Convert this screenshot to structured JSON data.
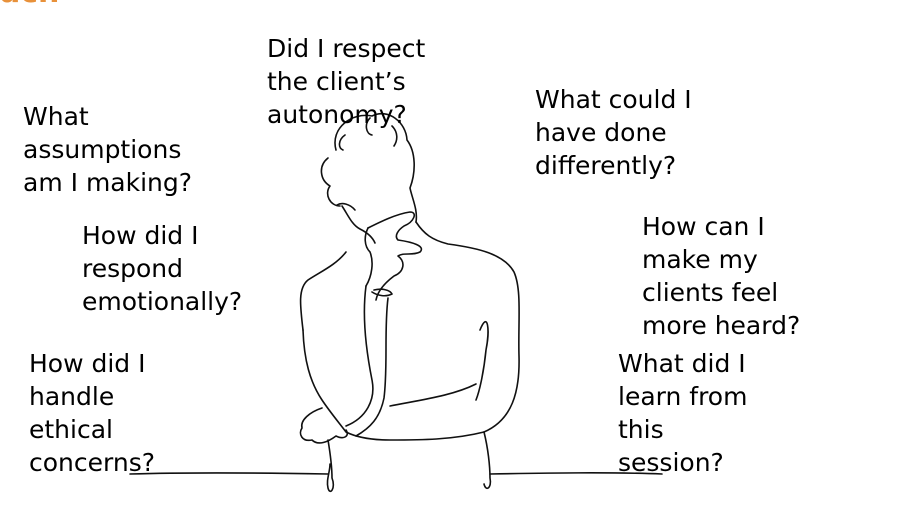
{
  "header": {
    "title_fragment": "ach",
    "accent_color": "#e8913a"
  },
  "illustration": {
    "icon": "thinking-person-line-drawing-icon"
  },
  "questions": {
    "assumptions": [
      "What",
      "assumptions",
      "am I making?"
    ],
    "autonomy": [
      "Did I respect",
      "the client’s",
      "autonomy?"
    ],
    "differently": [
      "What could I",
      "have done",
      "differently?"
    ],
    "emotion": [
      "How did I",
      "respond",
      "emotionally?"
    ],
    "heard": [
      "How can I",
      "make my",
      "clients feel",
      "more heard?"
    ],
    "ethical": [
      "How did I",
      "handle",
      "ethical",
      "concerns?"
    ],
    "learn": [
      "What did I",
      "learn from",
      "this",
      "session?"
    ]
  }
}
